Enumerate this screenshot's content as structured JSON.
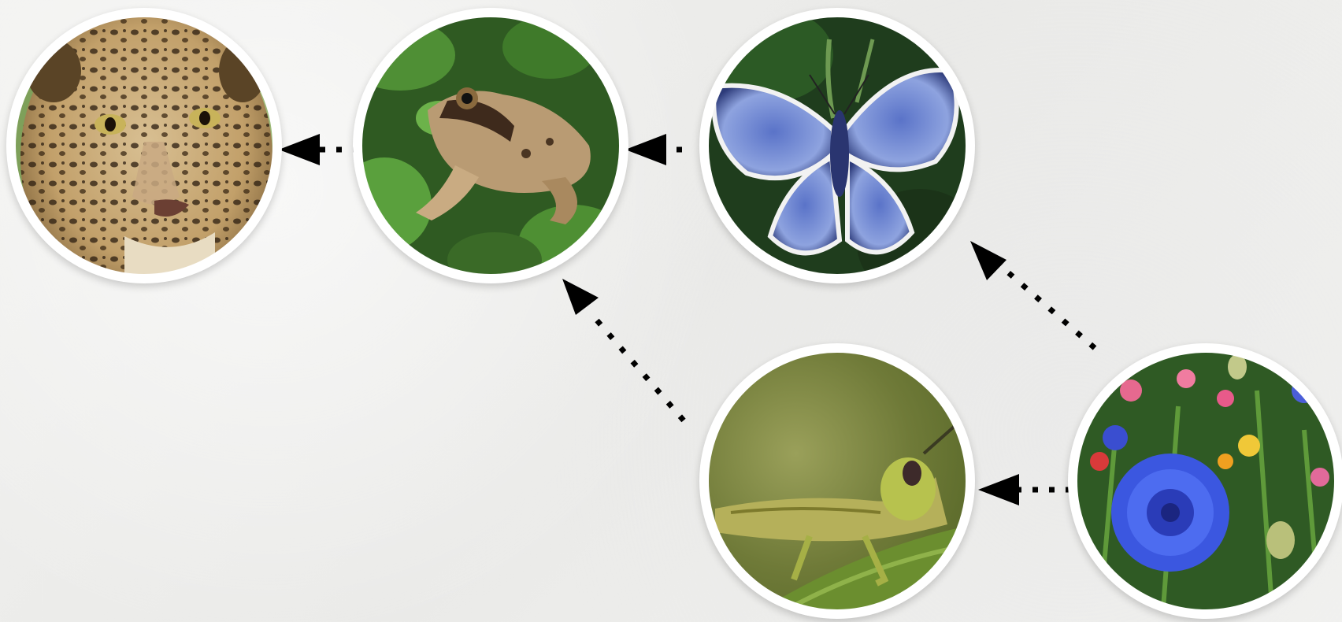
{
  "diagram": {
    "nodes": [
      {
        "id": "leopard",
        "depicts": "leopard",
        "icon": "leopard-photo"
      },
      {
        "id": "frog",
        "depicts": "frog",
        "icon": "frog-photo"
      },
      {
        "id": "butterfly",
        "depicts": "blue butterfly",
        "icon": "butterfly-photo"
      },
      {
        "id": "grasshopper",
        "depicts": "grasshopper",
        "icon": "grasshopper-photo"
      },
      {
        "id": "flowers",
        "depicts": "wildflowers",
        "icon": "flowers-photo"
      }
    ],
    "edges": [
      {
        "from": "frog",
        "to": "leopard"
      },
      {
        "from": "butterfly",
        "to": "frog"
      },
      {
        "from": "grasshopper",
        "to": "frog"
      },
      {
        "from": "flowers",
        "to": "butterfly"
      },
      {
        "from": "flowers",
        "to": "grasshopper"
      }
    ],
    "colors": {
      "arrow": "#000000",
      "node_border": "#ffffff",
      "background": "#efefed"
    }
  }
}
